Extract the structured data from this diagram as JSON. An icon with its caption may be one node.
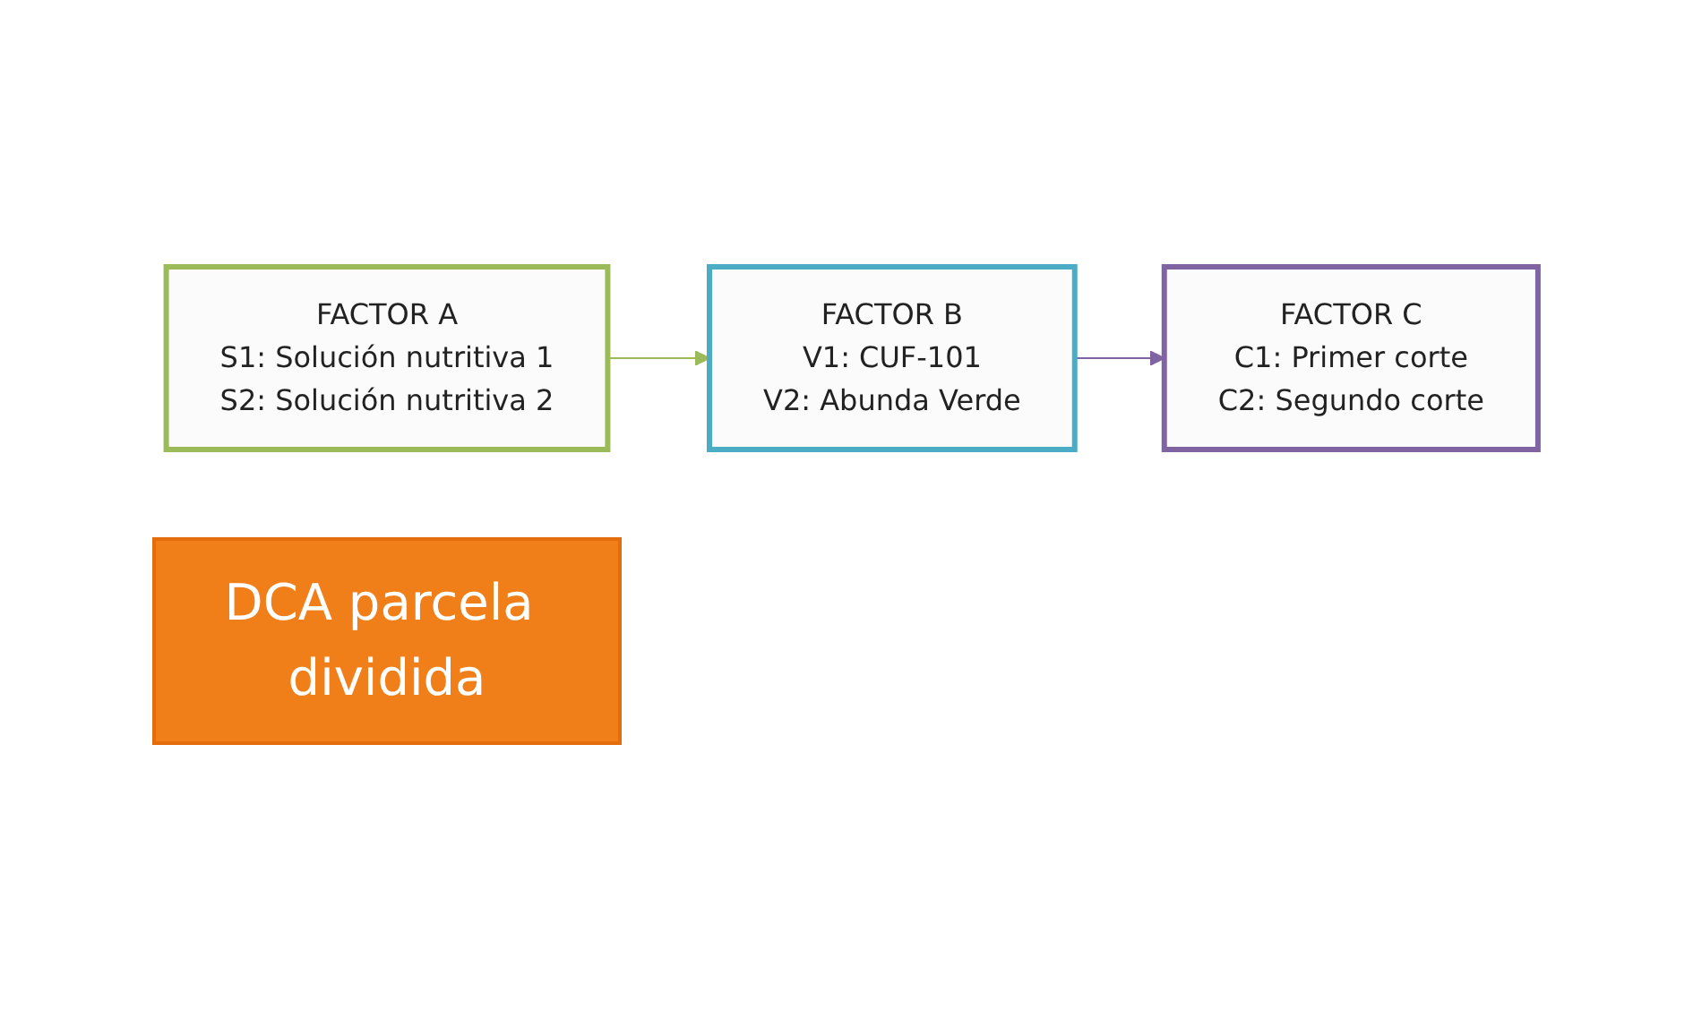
{
  "diagram": {
    "nodes": [
      {
        "text": [
          "FACTOR A",
          "S1: Solución nutritiva 1",
          "S2: Solución nutritiva 2"
        ]
      },
      {
        "text": [
          "FACTOR B",
          "V1:  CUF-101",
          "V2: Abunda Verde"
        ]
      },
      {
        "text": [
          "FACTOR C",
          "C1: Primer corte",
          "C2: Segundo corte"
        ]
      },
      {
        "text": [
          "DCA parcela dividida"
        ]
      }
    ],
    "edges": [
      {
        "from": 0,
        "to": 1,
        "arrow": "to",
        "color": "#9bbb59"
      },
      {
        "from": 1,
        "to": 2,
        "arrow": "to",
        "color": "#8064a2"
      }
    ]
  }
}
